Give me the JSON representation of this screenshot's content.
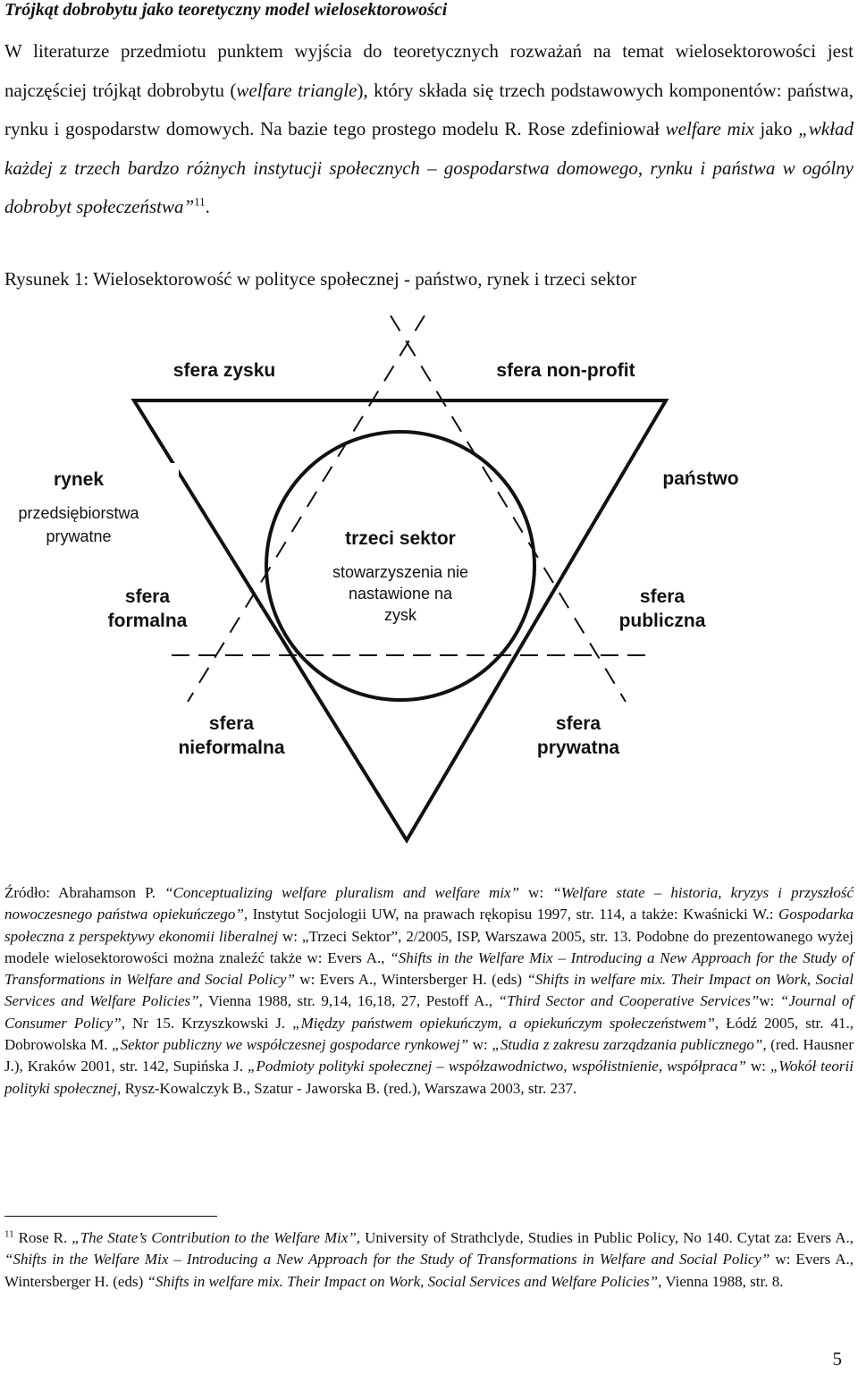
{
  "heading": "Trójkąt dobrobytu jako teoretyczny model wielosektorowości",
  "intro": {
    "p1_a": "W literaturze przedmiotu punktem wyjścia do teoretycznych rozważań na temat wielosektorowości jest najczęściej trójkąt dobrobytu (",
    "p1_term": "welfare triangle",
    "p1_b": "), który składa się trzech podstawowych komponentów: państwa, rynku i gospodarstw domowych. Na bazie tego prostego modelu R. Rose zdefiniował ",
    "p1_term2": "welfare mix",
    "p1_c": " jako ",
    "p1_quote": "„wkład każdej z trzech bardzo różnych instytucji społecznych – gospodarstwa domowego, rynku i państwa w ogólny dobrobyt społeczeństwa”",
    "p1_fnref": "11",
    "p1_end": "."
  },
  "figure_caption": "Rysunek 1: Wielosektorowość w polityce społecznej  - państwo, rynek i trzeci sektor",
  "diagram": {
    "sfera_zysku": "sfera zysku",
    "sfera_non_profit": "sfera non-profit",
    "rynek": "rynek",
    "przedsiebiorstwa_1": "przedsiębiorstwa",
    "przedsiebiorstwa_2": "prywatne",
    "panstwo": "państwo",
    "trzeci_sektor": "trzeci sektor",
    "stow_1": "stowarzyszenia nie",
    "stow_2": "nastawione na",
    "stow_3": "zysk",
    "formalna_1": "sfera",
    "formalna_2": "formalna",
    "publiczna_1": "sfera",
    "publiczna_2": "publiczna",
    "nieformalna_1": "sfera",
    "nieformalna_2": "nieformalna",
    "prywatna_1": "sfera",
    "prywatna_2": "prywatna"
  },
  "source": {
    "s1": "Źródło:   Abrahamson P. ",
    "s2": "“Conceptualizing welfare pluralism and welfare mix”",
    "s3": " w: ",
    "s4": "“Welfare state – historia, kryzys i przyszłość nowoczesnego państwa opiekuńczego”",
    "s5": ", Instytut Socjologii UW, na prawach rękopisu 1997, str. 114, a także: Kwaśnicki W.: ",
    "s6": "Gospodarka społeczna z perspektywy ekonomii liberalnej",
    "s7": " w: „Trzeci Sektor”, 2/2005, ISP, Warszawa 2005, str. 13. Podobne do prezentowanego wyżej modele wielosektorowości można znaleźć także w: Evers A., ",
    "s8": "“Shifts in the Welfare Mix – Introducing a New Approach for the Study of Transformations in Welfare and Social Policy”",
    "s9": " w: Evers A., Wintersberger H. (eds) ",
    "s10": "“Shifts in welfare mix. Their Impact on Work, Social Services and Welfare Policies”",
    "s11": ", Vienna 1988, str. 9,14, 16,18, 27, Pestoff A., ",
    "s12": "“Third Sector and Cooperative Services”",
    "s13": "w: ",
    "s14": "“Journal of Consumer Policy”",
    "s15": ", Nr 15.  Krzyszkowski J. ",
    "s16": "„Między państwem opiekuńczym, a opiekuńczym społeczeństwem”",
    "s17": ", Łódź 2005, str. 41., Dobrowolska M. ",
    "s18": "„Sektor publiczny we współczesnej gospodarce rynkowej”",
    "s19": " w: ",
    "s20": "„Studia z zakresu zarządzania publicznego”",
    "s21": ", (red. Hausner J.), Kraków 2001, str. 142, Supińska J. ",
    "s22": "„Podmioty polityki społecznej – współzawodnictwo, współistnienie, współpraca”",
    "s23": " w: ",
    "s24": "„Wokół teorii polityki społecznej,",
    "s25": " Rysz-Kowalczyk B., Szatur - Jaworska B. (red.), Warszawa 2003, str. 237."
  },
  "footnote": {
    "num": "11",
    "f1": " Rose R. ",
    "f2": "„The State’s Contribution to the Welfare Mix”",
    "f3": ", University of Strathclyde, Studies in Public Policy, No 140. Cytat za: Evers A., ",
    "f4": "“Shifts in the Welfare Mix – Introducing a New Approach for the Study of Transformations in Welfare and Social Policy”",
    "f5": " w: Evers A., Wintersberger H. (eds) ",
    "f6": "“Shifts in welfare mix. Their Impact on Work, Social Services and Welfare Policies”",
    "f7": ", Vienna 1988, str. 8."
  },
  "page_number": "5"
}
